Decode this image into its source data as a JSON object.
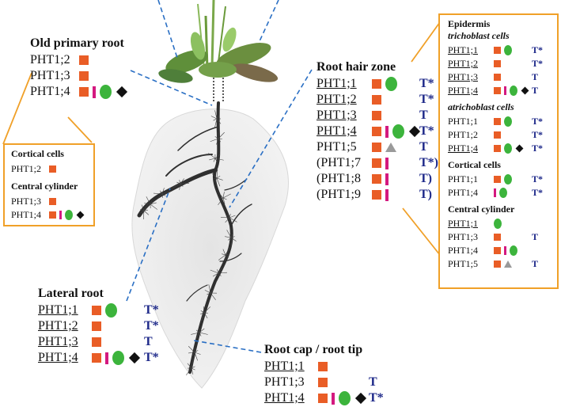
{
  "panels": {
    "old_primary_root": {
      "title": "Old primary root",
      "rows": [
        {
          "gene": "PHT1;2",
          "u": false,
          "markers": [
            "square"
          ],
          "t": ""
        },
        {
          "gene": "PHT1;3",
          "u": false,
          "markers": [
            "square"
          ],
          "t": ""
        },
        {
          "gene": "PHT1;4",
          "u": false,
          "markers": [
            "square",
            "bar",
            "oval",
            "diamond"
          ],
          "t": ""
        }
      ],
      "sub_box": {
        "cortical_title": "Cortical cells",
        "cortical": [
          {
            "gene": "PHT1;2",
            "u": false,
            "markers": [
              "square"
            ],
            "t": ""
          }
        ],
        "central_title": "Central cylinder",
        "central": [
          {
            "gene": "PHT1;3",
            "u": false,
            "markers": [
              "square"
            ],
            "t": ""
          },
          {
            "gene": "PHT1;4",
            "u": false,
            "markers": [
              "square",
              "bar",
              "oval",
              "diamond"
            ],
            "t": ""
          }
        ]
      }
    },
    "root_hair_zone": {
      "title": "Root hair zone",
      "rows": [
        {
          "gene": "PHT1;1",
          "u": true,
          "markers": [
            "square",
            "oval"
          ],
          "t": "T*"
        },
        {
          "gene": "PHT1;2",
          "u": true,
          "markers": [
            "square"
          ],
          "t": "T*"
        },
        {
          "gene": "PHT1;3",
          "u": true,
          "markers": [
            "square"
          ],
          "t": "T"
        },
        {
          "gene": "PHT1;4",
          "u": true,
          "markers": [
            "square",
            "bar",
            "oval",
            "diamond"
          ],
          "t": "T*"
        },
        {
          "gene": "PHT1;5",
          "u": false,
          "markers": [
            "square",
            "triangle"
          ],
          "t": "T"
        },
        {
          "gene": "(PHT1;7",
          "u": false,
          "markers": [
            "square",
            "bar"
          ],
          "t": "T*)"
        },
        {
          "gene": "(PHT1;8",
          "u": false,
          "markers": [
            "square",
            "bar"
          ],
          "t": "T)"
        },
        {
          "gene": "(PHT1;9",
          "u": false,
          "markers": [
            "square",
            "bar"
          ],
          "t": "T)"
        }
      ]
    },
    "cell_types_box": {
      "epidermis_title": "Epidermis",
      "trichoblast_title": "trichoblast cells",
      "trichoblast": [
        {
          "gene": "PHT1;1",
          "u": true,
          "markers": [
            "square",
            "oval"
          ],
          "t": "T*"
        },
        {
          "gene": "PHT1;2",
          "u": true,
          "markers": [
            "square"
          ],
          "t": "T*"
        },
        {
          "gene": "PHT1;3",
          "u": true,
          "markers": [
            "square"
          ],
          "t": "T"
        },
        {
          "gene": "PHT1;4",
          "u": true,
          "markers": [
            "square",
            "bar",
            "oval",
            "diamond"
          ],
          "t": "T"
        }
      ],
      "atrichoblast_title": "atrichoblast cells",
      "atrichoblast": [
        {
          "gene": "PHT1;1",
          "u": false,
          "markers": [
            "square",
            "oval"
          ],
          "t": "T*"
        },
        {
          "gene": "PHT1;2",
          "u": false,
          "markers": [
            "square"
          ],
          "t": "T*"
        },
        {
          "gene": "PHT1;4",
          "u": true,
          "markers": [
            "square",
            "oval",
            "diamond"
          ],
          "t": "T*"
        }
      ],
      "cortical_title": "Cortical cells",
      "cortical": [
        {
          "gene": "PHT1;1",
          "u": false,
          "markers": [
            "square",
            "oval"
          ],
          "t": "T*"
        },
        {
          "gene": "PHT1;4",
          "u": false,
          "markers": [
            "bar",
            "oval"
          ],
          "t": "T*"
        }
      ],
      "central_title": "Central cylinder",
      "central": [
        {
          "gene": "PHT1;1",
          "u": true,
          "markers": [
            "oval"
          ],
          "t": ""
        },
        {
          "gene": "PHT1;3",
          "u": false,
          "markers": [
            "square"
          ],
          "t": "T"
        },
        {
          "gene": "PHT1;4",
          "u": false,
          "markers": [
            "square",
            "bar",
            "oval"
          ],
          "t": ""
        },
        {
          "gene": "PHT1;5",
          "u": false,
          "markers": [
            "square",
            "triangle"
          ],
          "t": "T"
        }
      ]
    },
    "lateral_root": {
      "title": "Lateral root",
      "rows": [
        {
          "gene": "PHT1;1",
          "u": true,
          "markers": [
            "square",
            "oval"
          ],
          "t": "T*"
        },
        {
          "gene": "PHT1;2",
          "u": true,
          "markers": [
            "square"
          ],
          "t": "T*"
        },
        {
          "gene": "PHT1;3",
          "u": true,
          "markers": [
            "square"
          ],
          "t": "T"
        },
        {
          "gene": "PHT1;4",
          "u": true,
          "markers": [
            "square",
            "bar",
            "oval",
            "diamond"
          ],
          "t": "T*"
        }
      ]
    },
    "root_cap": {
      "title": "Root cap / root tip",
      "rows": [
        {
          "gene": "PHT1;1",
          "u": true,
          "markers": [
            "square"
          ],
          "t": ""
        },
        {
          "gene": "PHT1;3",
          "u": false,
          "markers": [
            "square"
          ],
          "t": "T"
        },
        {
          "gene": "PHT1;4",
          "u": true,
          "markers": [
            "square",
            "bar",
            "oval",
            "diamond"
          ],
          "t": "T*"
        }
      ]
    }
  },
  "colors": {
    "square": "#e95d26",
    "bar": "#d4197f",
    "oval": "#3cb43c",
    "diamond": "#111111",
    "triangle": "#9a9a9a",
    "t_label": "#1f2a8a",
    "box_border": "#f0a028",
    "leader_line": "#2a6fc4"
  }
}
